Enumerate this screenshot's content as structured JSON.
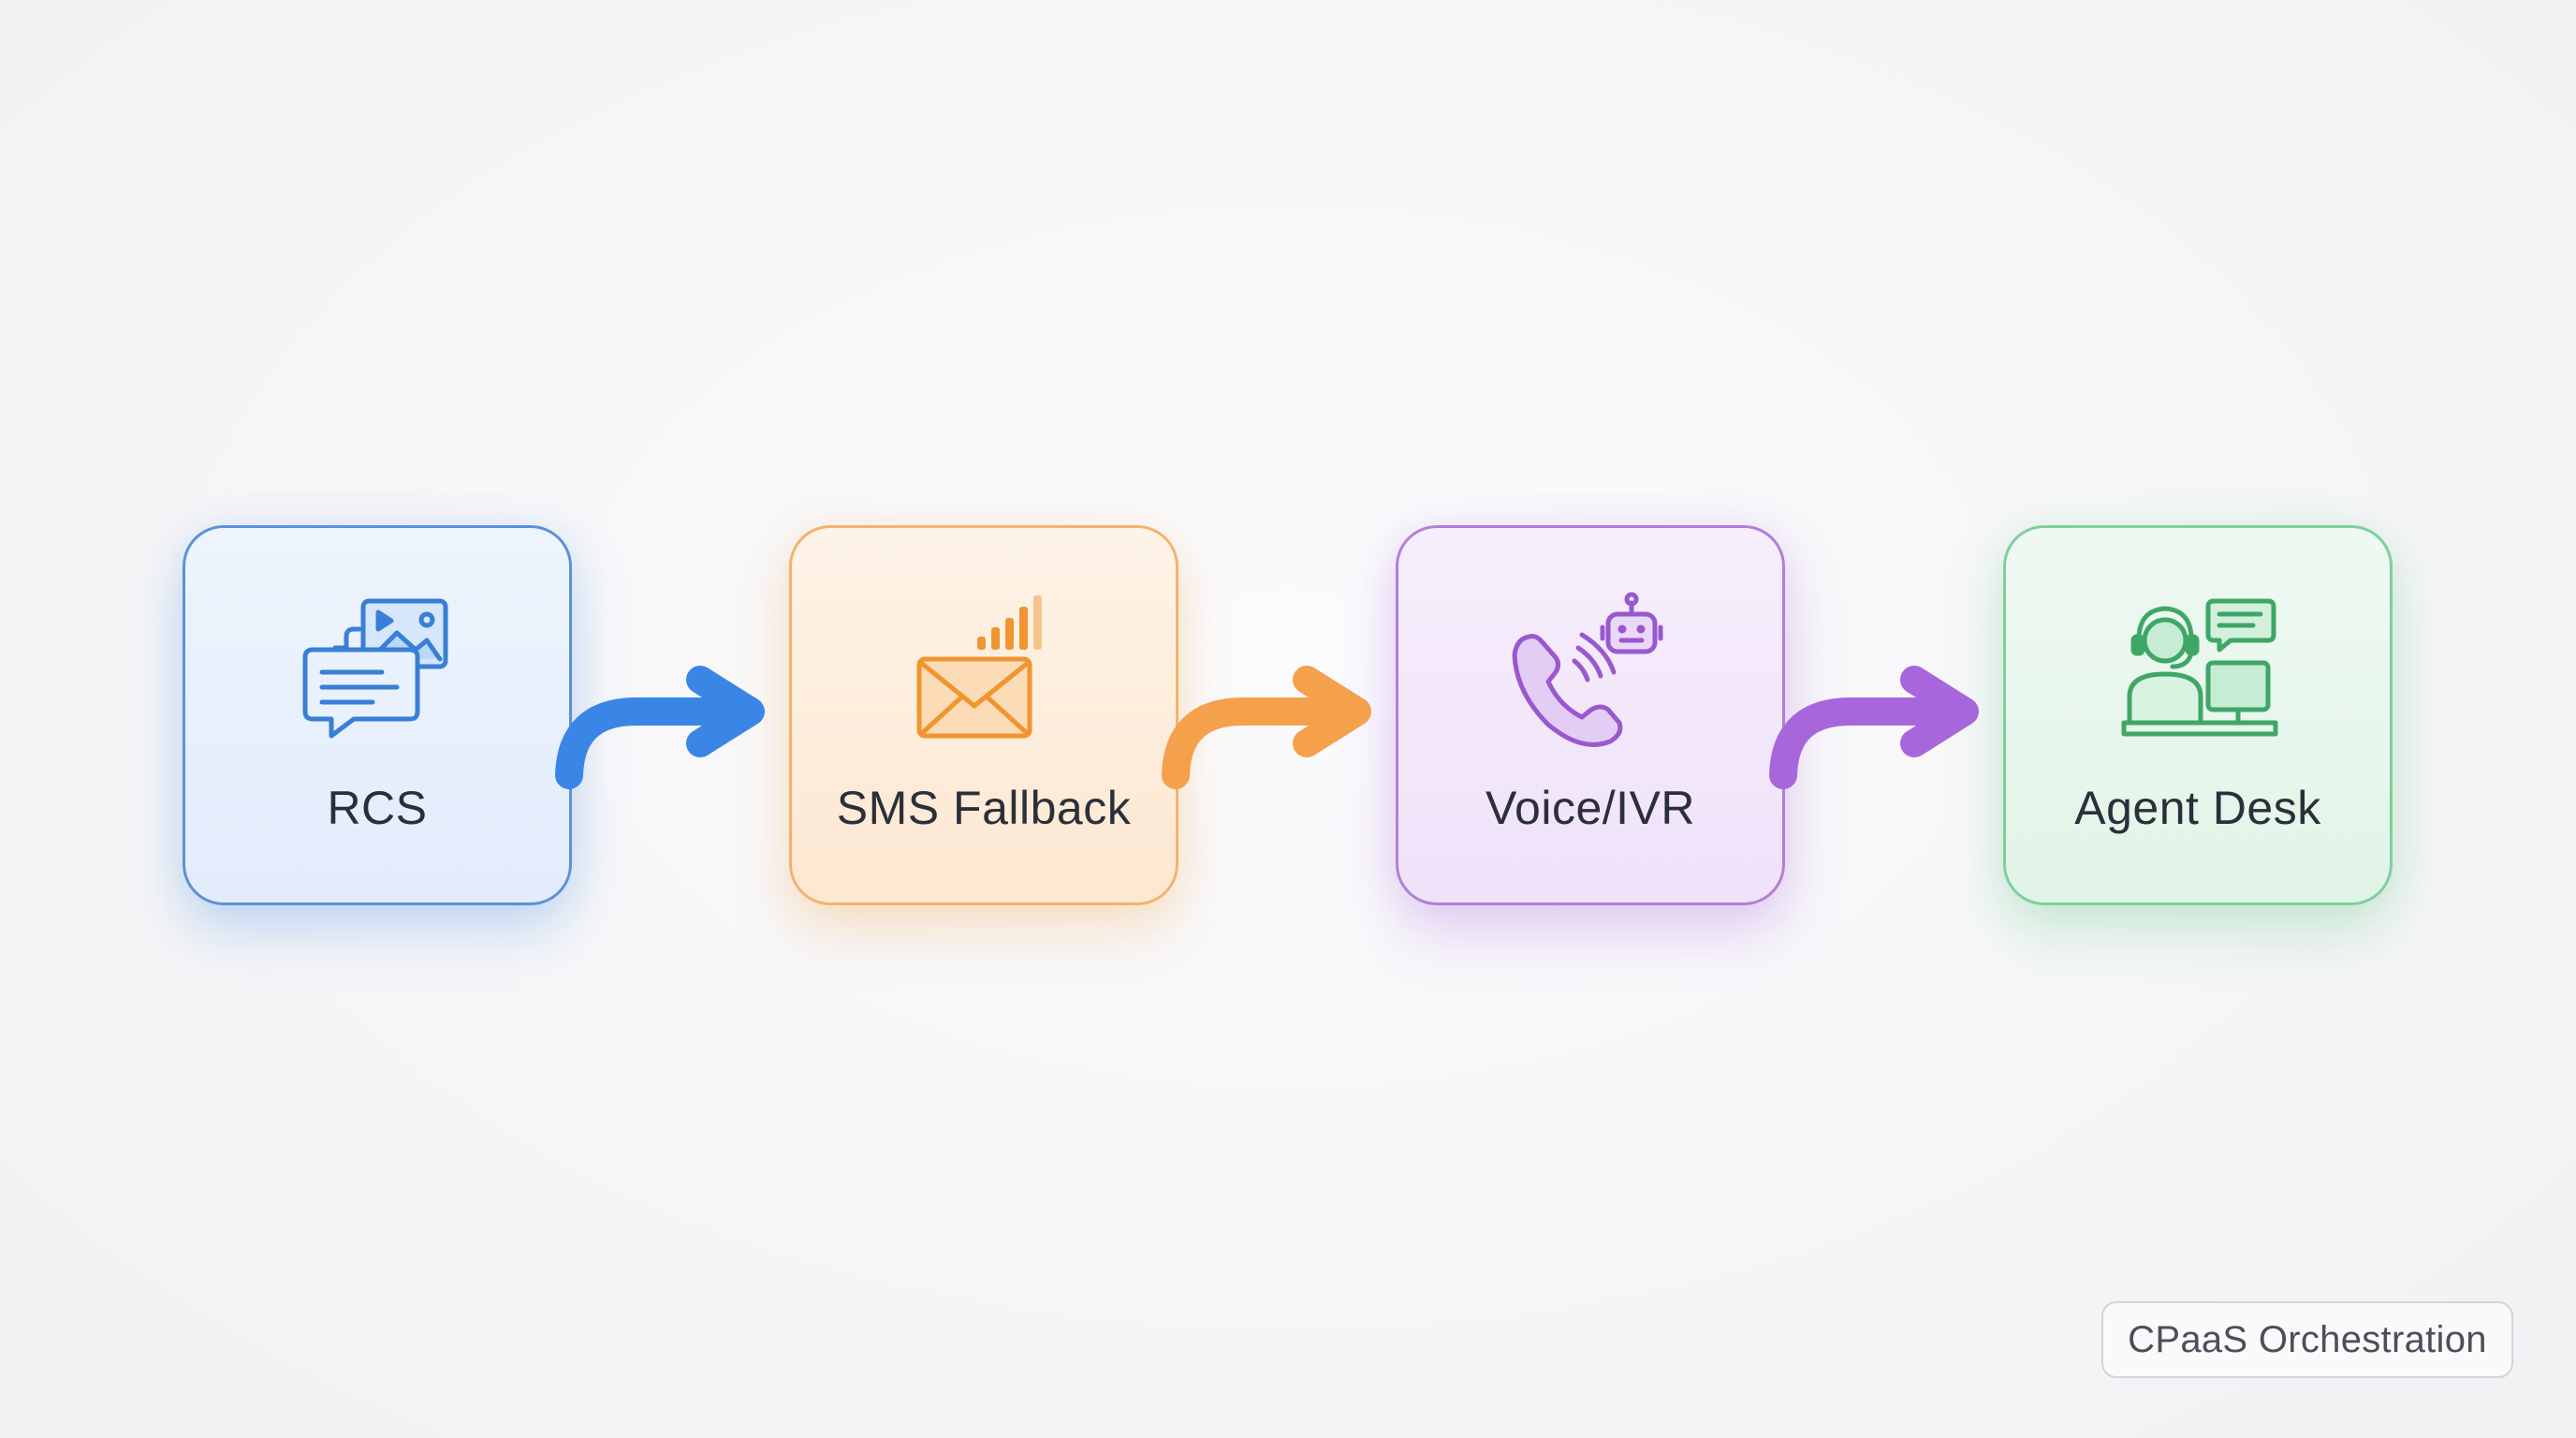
{
  "colors": {
    "rcs": "#3a86e6",
    "sms": "#f5a04a",
    "voice": "#a866dc",
    "agent": "#48b06e",
    "badge_border": "#d2d4da"
  },
  "steps": [
    {
      "label": "RCS",
      "icon": "rcs-chat-media-icon"
    },
    {
      "label": "SMS Fallback",
      "icon": "envelope-signal-icon"
    },
    {
      "label": "Voice/IVR",
      "icon": "phone-bot-icon"
    },
    {
      "label": "Agent Desk",
      "icon": "agent-headset-icon"
    }
  ],
  "arrows": [
    "arrow-right-icon",
    "arrow-right-icon",
    "arrow-right-icon"
  ],
  "badge": {
    "label": "CPaaS Orchestration"
  }
}
